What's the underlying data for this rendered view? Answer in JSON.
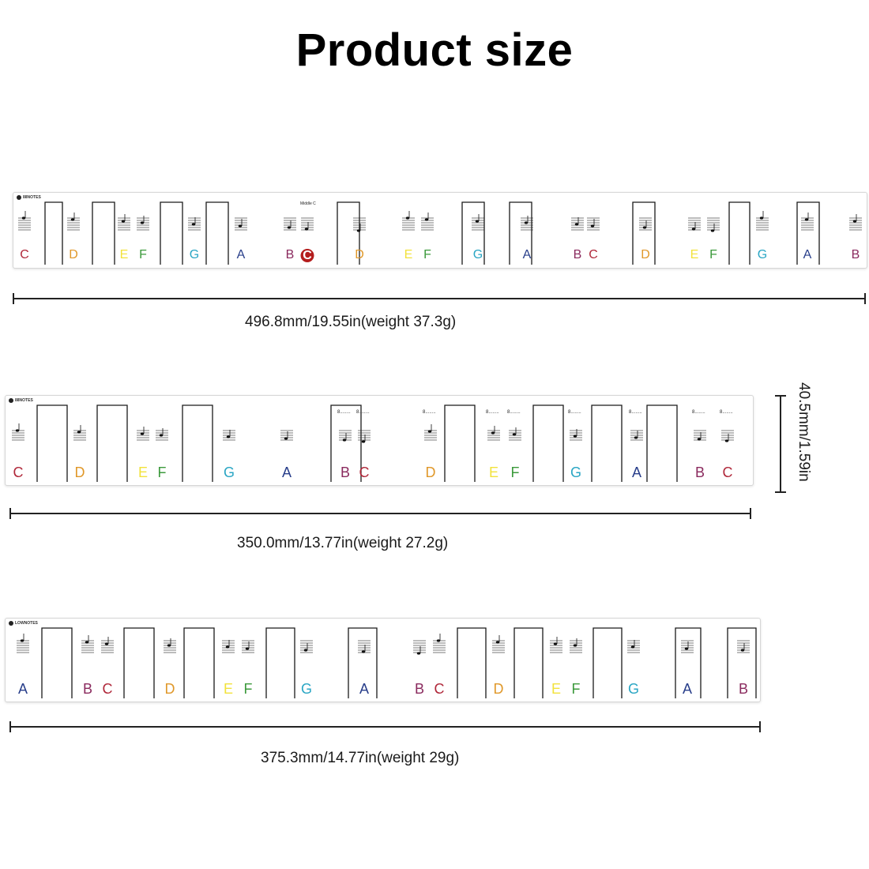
{
  "title": "Product size",
  "colors": {
    "C": "#b0283a",
    "D": "#e0982a",
    "E": "#f2e23c",
    "F": "#3c9a3c",
    "G": "#2aa6c4",
    "A": "#283e8a",
    "B": "#8a2a5e",
    "middle_c_bg": "#b41d1d"
  },
  "strips": [
    {
      "brand": "88NOTES",
      "middle_label": "Middle C",
      "notes": [
        "C",
        "D",
        "E",
        "F",
        "G",
        "A",
        "B",
        "C",
        "D",
        "E",
        "F",
        "G",
        "A",
        "B",
        "C",
        "D",
        "E",
        "F",
        "G",
        "A",
        "B"
      ],
      "dimension": "496.8mm/19.55in(weight 37.3g)"
    },
    {
      "brand": "88NOTES",
      "ottava": "8",
      "notes": [
        "C",
        "D",
        "E",
        "F",
        "G",
        "A",
        "B",
        "C",
        "D",
        "E",
        "F",
        "G",
        "A",
        "B",
        "C"
      ],
      "dimension": "350.0mm/13.77in(weight 27.2g)",
      "height_dimension": "40.5mm/1.59in"
    },
    {
      "brand": "LOWNOTES",
      "notes": [
        "A",
        "B",
        "C",
        "D",
        "E",
        "F",
        "G",
        "A",
        "B",
        "C",
        "D",
        "E",
        "F",
        "G",
        "A",
        "B"
      ],
      "dimension": "375.3mm/14.77in(weight 29g)"
    }
  ]
}
